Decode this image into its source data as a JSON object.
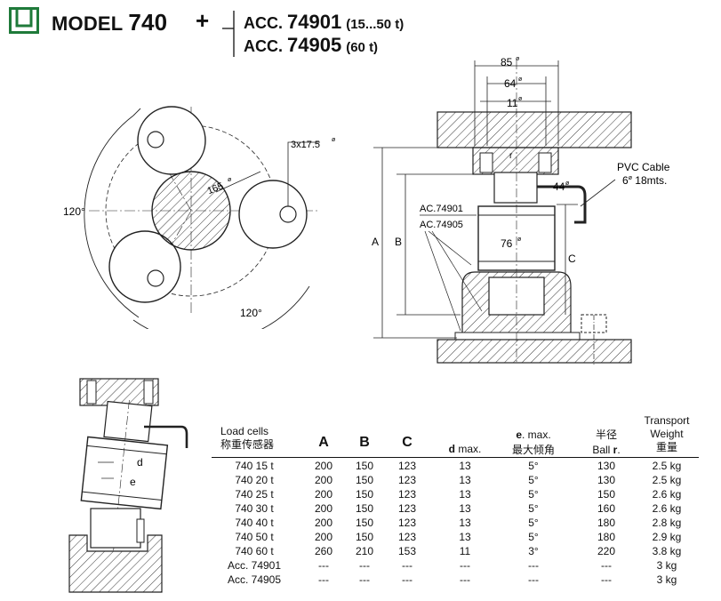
{
  "header": {
    "model_word": "MODEL",
    "model_number": "740",
    "plus": "+",
    "acc_label_1": "ACC.",
    "acc_number_1": "74901",
    "acc_range_1": "(15...50 t)",
    "acc_label_2": "ACC.",
    "acc_number_2": "74905",
    "acc_range_2": "(60 t)"
  },
  "top_view": {
    "bolt_label": "3x17.5",
    "bolt_sup": "ø",
    "diameter_label": "165",
    "diameter_sup": "ø",
    "angle_left": "120°",
    "angle_bottom": "120°"
  },
  "side_view": {
    "dim_85": "85",
    "dim_64": "64",
    "dim_11": "11",
    "sup": "ø",
    "r_label": "r",
    "dim_44": "44",
    "dim_76": "76",
    "cable_line1": "PVC Cable",
    "cable_line2_num": "6",
    "cable_line2_rest": " 18mts.",
    "acc_a": "AC.74901",
    "acc_b": "AC.74905",
    "label_A": "A",
    "label_B": "B",
    "label_C": "C"
  },
  "detail_view": {
    "label_d": "d",
    "label_e": "e"
  },
  "table": {
    "headers": {
      "load_cells_en": "Load cells",
      "load_cells_cn": "称重传感器",
      "A": "A",
      "B": "B",
      "C": "C",
      "d_bold": "d",
      "d_rest": " max.",
      "e_bold": "e",
      "e_rest": ". max.",
      "e_cn": "最大倾角",
      "ball_cn": "半径",
      "ball_en": "Ball ",
      "ball_bold": "r",
      "ball_dot": ".",
      "weight_en1": "Transport",
      "weight_en2": "Weight",
      "weight_cn": "重量"
    },
    "rows": [
      [
        "740 15 t",
        "200",
        "150",
        "123",
        "13",
        "5°",
        "130",
        "2.5 kg"
      ],
      [
        "740 20 t",
        "200",
        "150",
        "123",
        "13",
        "5°",
        "130",
        "2.5 kg"
      ],
      [
        "740 25 t",
        "200",
        "150",
        "123",
        "13",
        "5°",
        "150",
        "2.6 kg"
      ],
      [
        "740 30 t",
        "200",
        "150",
        "123",
        "13",
        "5°",
        "160",
        "2.6 kg"
      ],
      [
        "740 40 t",
        "200",
        "150",
        "123",
        "13",
        "5°",
        "180",
        "2.8 kg"
      ],
      [
        "740 50 t",
        "200",
        "150",
        "123",
        "13",
        "5°",
        "180",
        "2.9 kg"
      ],
      [
        "740 60 t",
        "260",
        "210",
        "153",
        "11",
        "3°",
        "220",
        "3.8 kg"
      ],
      [
        "Acc. 74901",
        "---",
        "---",
        "---",
        "---",
        "---",
        "---",
        "3 kg"
      ],
      [
        "Acc. 74905",
        "---",
        "---",
        "---",
        "---",
        "---",
        "---",
        "3 kg"
      ]
    ]
  },
  "colors": {
    "logo": "#1f7a3a",
    "ink": "#111111"
  }
}
